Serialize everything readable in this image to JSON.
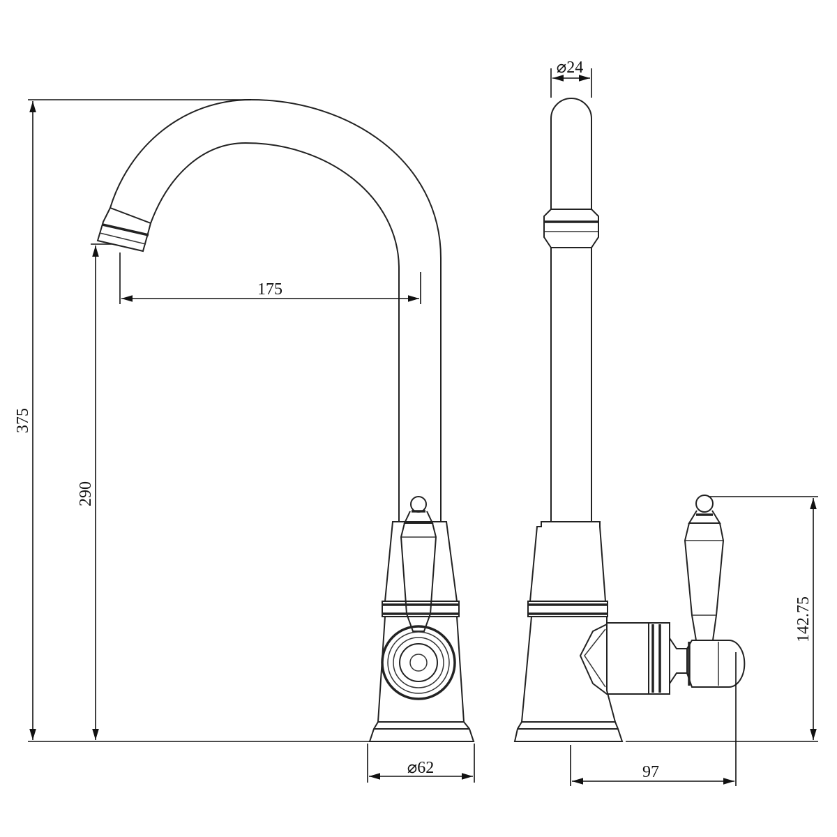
{
  "drawing": {
    "title": "Kitchen tap dimension drawing",
    "units": "mm",
    "dimensions": {
      "overall_height": "375",
      "spout_height": "290",
      "spout_reach": "175",
      "spout_diameter": "⌀24",
      "base_diameter": "⌀62",
      "handle_projection": "97",
      "handle_height": "142.75"
    },
    "colors": {
      "line": "#222222",
      "background": "#ffffff"
    }
  }
}
